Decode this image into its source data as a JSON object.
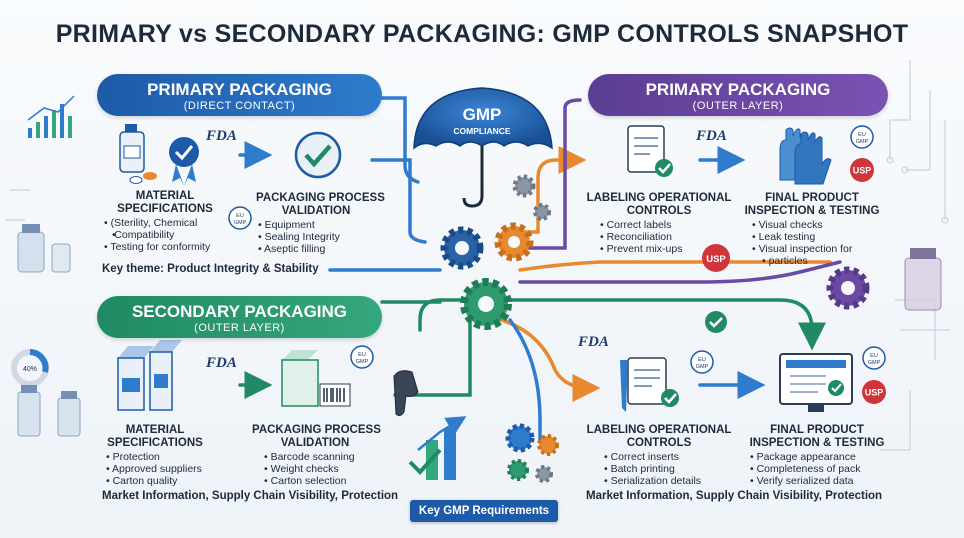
{
  "title": "PRIMARY vs SECONDARY PACKAGING: GMP CONTROLS SNAPSHOT",
  "center": {
    "umbrella_title": "GMP",
    "umbrella_sub": "COMPLIANCE",
    "key_requirements": "Key GMP Requirements"
  },
  "badges": {
    "fda": "FDA",
    "eu_gmp_line1": "EU",
    "eu_gmp_line2": "GMP",
    "usp": "USP",
    "pct": "40%"
  },
  "primary_left": {
    "title": "PRIMARY PACKAGING",
    "subtitle": "(DIRECT CONTACT)",
    "step1": {
      "label1": "MATERIAL",
      "label2": "SPECIFICATIONS",
      "items": [
        "(Sterility, Chemical",
        "Compatibility",
        "Testing for conformity"
      ]
    },
    "step2": {
      "label1": "PACKAGING PROCESS",
      "label2": "VALIDATION",
      "items": [
        "Equipment",
        "Sealing Integrity",
        "Aseptic filling"
      ]
    },
    "theme": "Key theme: Product Integrity & Stability"
  },
  "primary_right": {
    "title": "PRIMARY PACKAGING",
    "subtitle": "(OUTER LAYER)",
    "step1": {
      "label1": "LABELING OPERATIONAL",
      "label2": "CONTROLS",
      "items": [
        "Correct labels",
        "Reconciliation",
        "Prevent mix-ups"
      ]
    },
    "step2": {
      "label1": "FINAL PRODUCT",
      "label2": "INSPECTION & TESTING",
      "items": [
        "Visual checks",
        "Leak testing",
        "Visual inspection for",
        "particles"
      ]
    }
  },
  "secondary_left": {
    "title": "SECONDARY PACKAGING",
    "subtitle": "(OUTER LAYER)",
    "step1": {
      "label1": "MATERIAL",
      "label2": "SPECIFICATIONS",
      "items": [
        "Protection",
        "Approved suppliers",
        "Carton quality"
      ]
    },
    "step2": {
      "label1": "PACKAGING PROCESS",
      "label2": "VALIDATION",
      "items": [
        "Barcode scanning",
        "Weight checks",
        "Carton selection"
      ]
    },
    "footer": "Market Information, Supply Chain Visibility, Protection"
  },
  "secondary_right": {
    "step1": {
      "label1": "LABELING OPERATIONAL",
      "label2": "CONTROLS",
      "items": [
        "Correct inserts",
        "Batch printing",
        "Serialization details"
      ]
    },
    "step2": {
      "label1": "FINAL PRODUCT",
      "label2": "INSPECTION & TESTING",
      "items": [
        "Package appearance",
        "Completeness of pack",
        "Verify serialized data"
      ]
    },
    "footer": "Market Information, Supply Chain Visibility, Protection"
  },
  "colors": {
    "blue": "#1d5aa8",
    "purple": "#5b3d93",
    "green": "#1f8a63",
    "orange": "#e8892f",
    "red": "#d0353b"
  }
}
